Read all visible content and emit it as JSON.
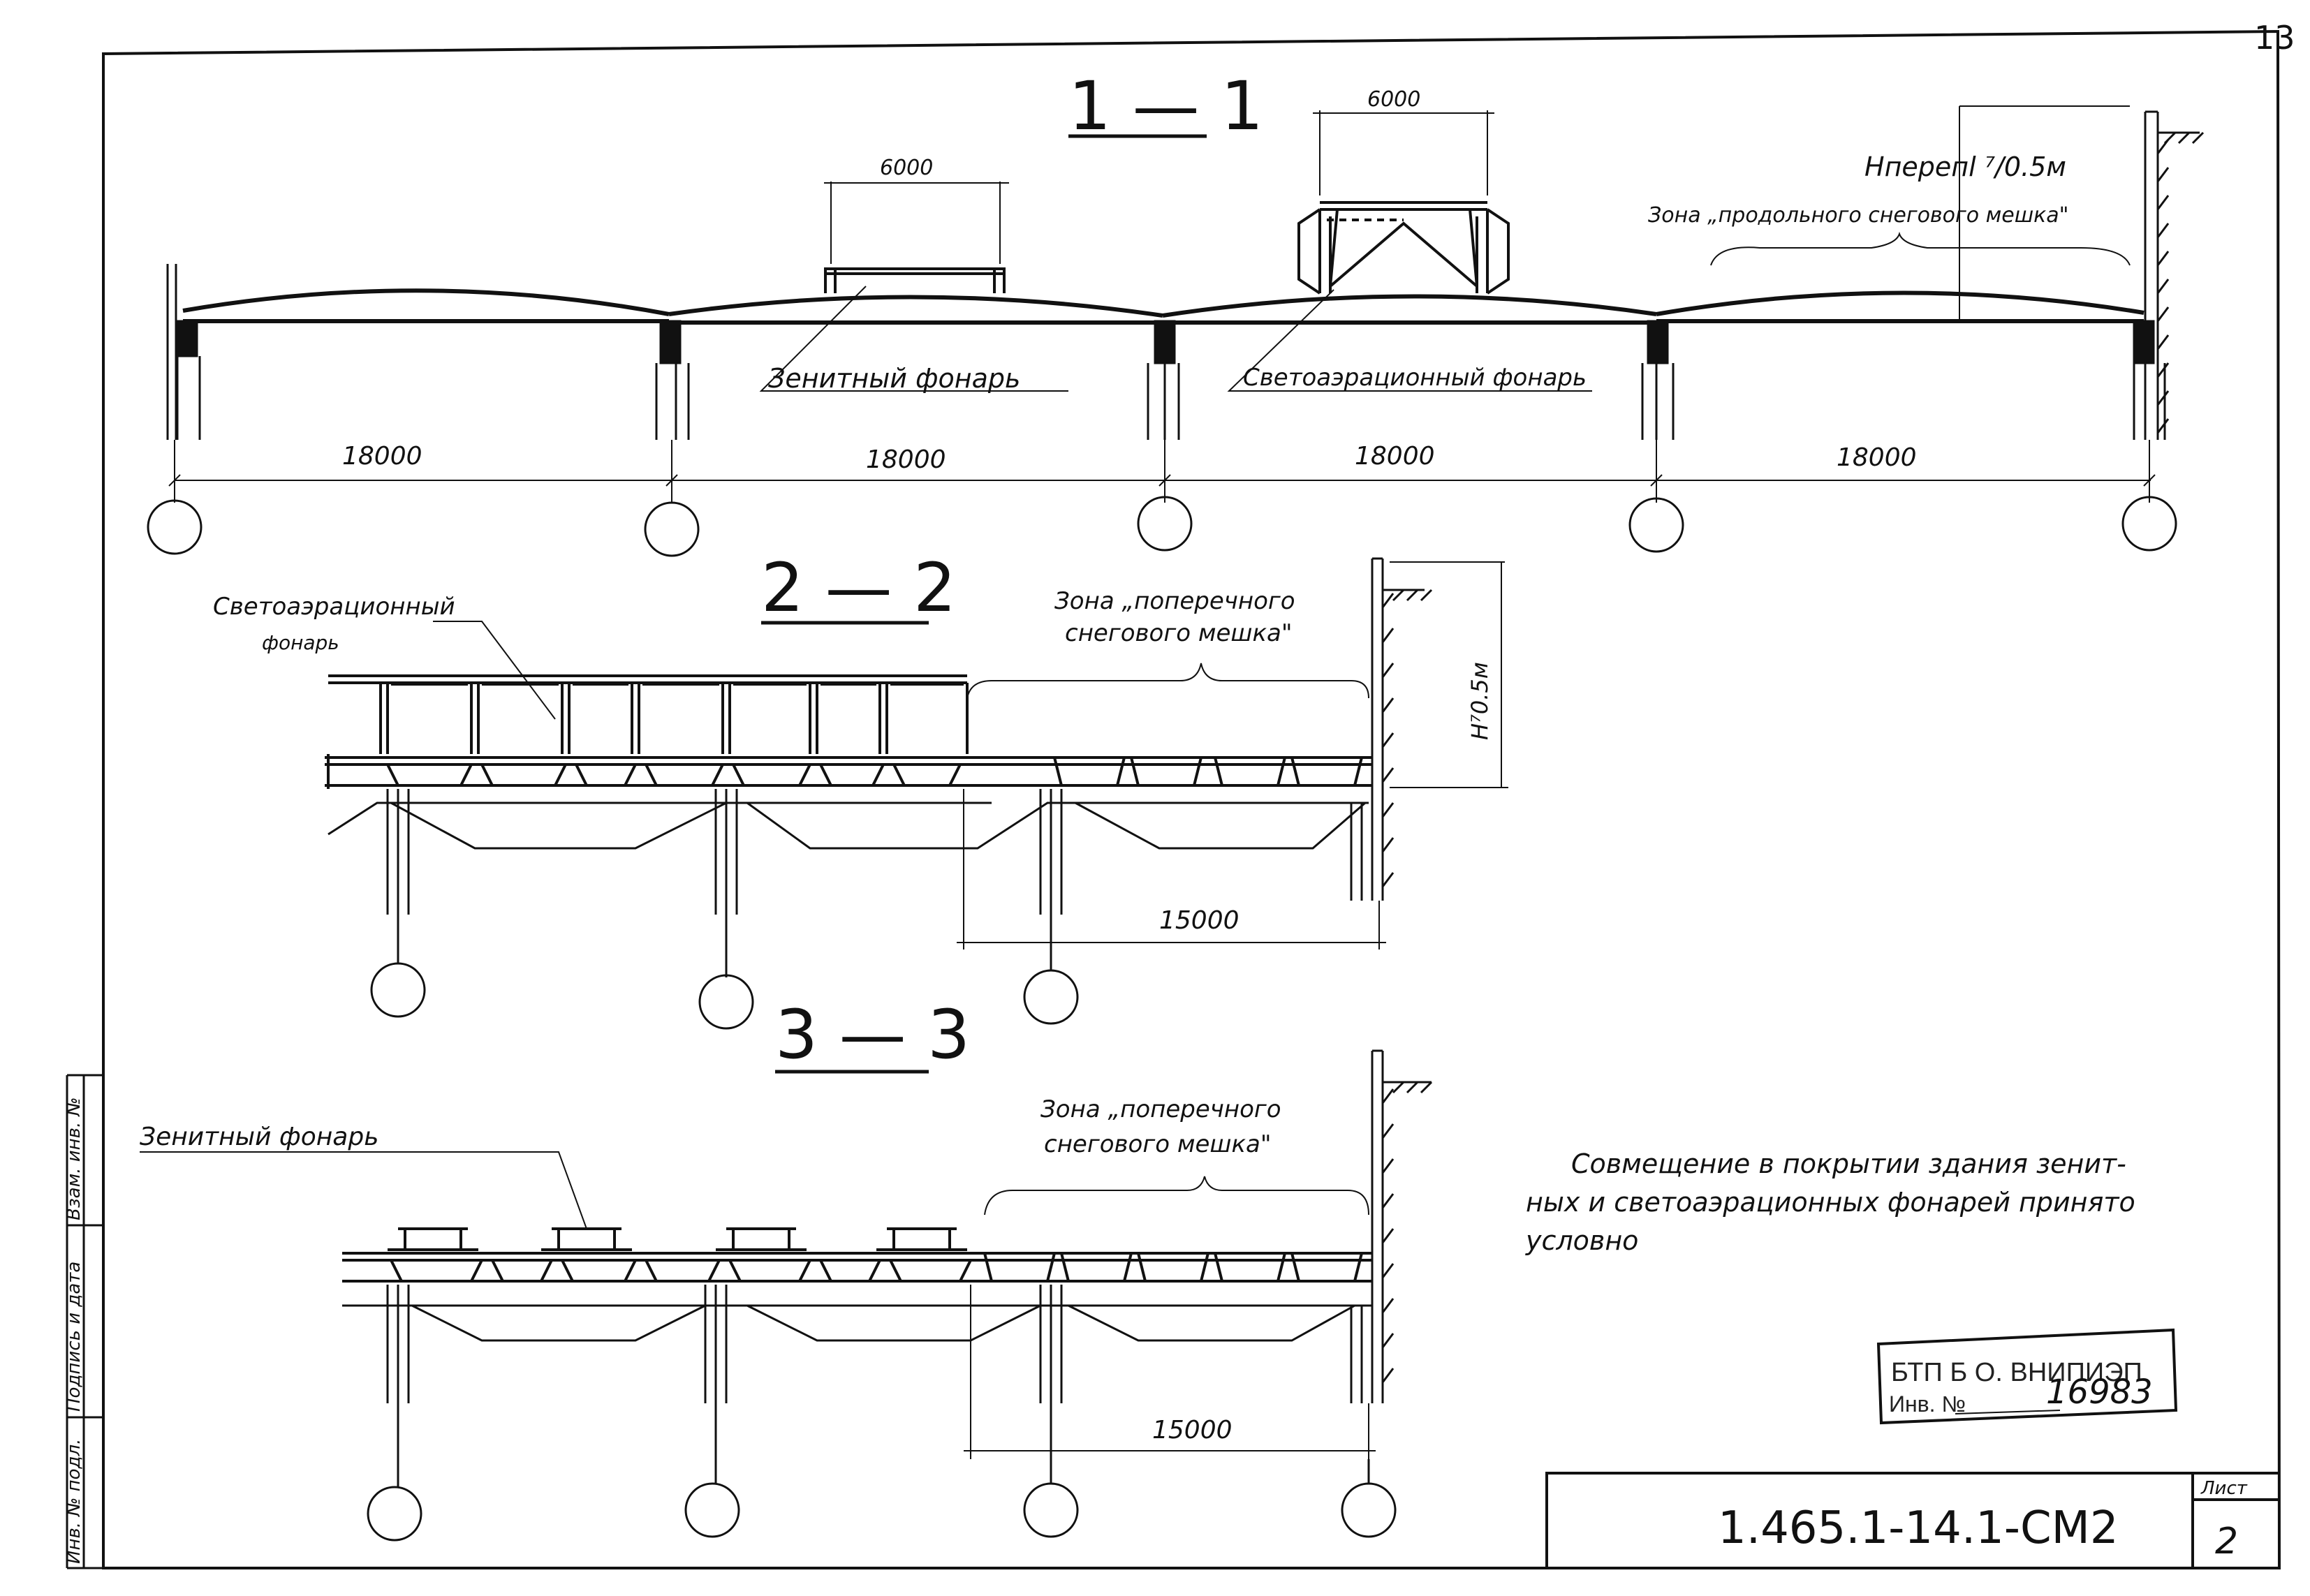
{
  "sheet_mark": "13",
  "sections": {
    "s11": {
      "title": "1 — 1",
      "dim_skylight": "6000",
      "dim_aeration": "6000",
      "height_label": "Hперепl ⁷/0.5м",
      "zone_label": "Зона „продольного снегового мешка\"",
      "zenith_label": "Зенитный фонарь",
      "aeration_label": "Светоаэрационный фонарь",
      "spans": [
        "18000",
        "18000",
        "18000",
        "18000"
      ]
    },
    "s22": {
      "title": "2 — 2",
      "lantern_label_1": "Светоаэрационный",
      "lantern_label_2": "фонарь",
      "zone_label_1": "Зона „поперечного",
      "zone_label_2": "снегового мешка\"",
      "height_label": "H⁷0.5м",
      "dim": "15000"
    },
    "s33": {
      "title": "3 — 3",
      "lantern_label": "Зенитный фонарь",
      "zone_label_1": "Зона „поперечного",
      "zone_label_2": "снегового мешка\"",
      "dim": "15000"
    }
  },
  "note": {
    "line1": "Совмещение в покрытии здания зенит-",
    "line2": "ных и светоаэрационных фонарей принято",
    "line3": "условно"
  },
  "stamp": {
    "line1": "БТП Б О. ВНИПИЭП",
    "line2_label": "Инв. №",
    "line2_value": "16983"
  },
  "side_block": {
    "cell1": "Взам. инв. №",
    "cell2": "Подпись и дата",
    "cell3": "Инв. № подл."
  },
  "title_block": {
    "code": "1.465.1-14.1-СМ2",
    "sheet_label": "Лист",
    "sheet_number": "2"
  }
}
